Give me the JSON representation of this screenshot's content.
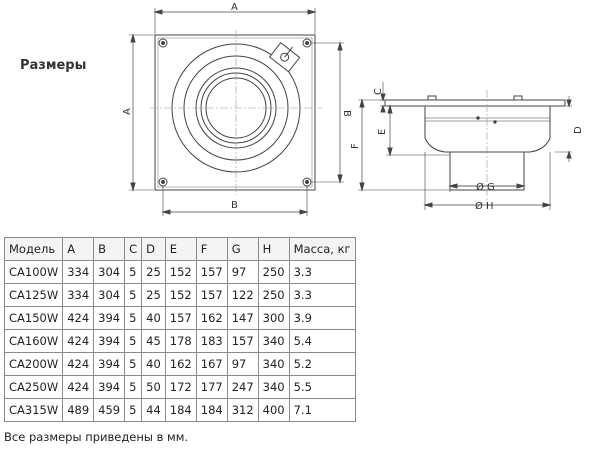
{
  "section_title": "Размеры",
  "drawing_labels": {
    "A_top": "A",
    "A_left": "A",
    "B_right": "B",
    "B_bottom": "B",
    "C": "C",
    "D": "D",
    "E": "E",
    "F": "F",
    "G": "Ø G",
    "H": "Ø H"
  },
  "table": {
    "headers": [
      "Модель",
      "A",
      "B",
      "C",
      "D",
      "E",
      "F",
      "G",
      "H",
      "Масса, кг"
    ],
    "rows": [
      [
        "CA100W",
        "334",
        "304",
        "5",
        "25",
        "152",
        "157",
        "97",
        "250",
        "3.3"
      ],
      [
        "CA125W",
        "334",
        "304",
        "5",
        "25",
        "152",
        "157",
        "122",
        "250",
        "3.3"
      ],
      [
        "CA150W",
        "424",
        "394",
        "5",
        "40",
        "157",
        "162",
        "147",
        "300",
        "3.9"
      ],
      [
        "CA160W",
        "424",
        "394",
        "5",
        "45",
        "178",
        "183",
        "157",
        "340",
        "5.4"
      ],
      [
        "CA200W",
        "424",
        "394",
        "5",
        "40",
        "162",
        "167",
        "97",
        "340",
        "5.2"
      ],
      [
        "CA250W",
        "424",
        "394",
        "5",
        "50",
        "172",
        "177",
        "247",
        "340",
        "5.5"
      ],
      [
        "CA315W",
        "489",
        "459",
        "5",
        "44",
        "184",
        "184",
        "312",
        "400",
        "7.1"
      ]
    ]
  },
  "footnote": "Все размеры приведены в мм."
}
